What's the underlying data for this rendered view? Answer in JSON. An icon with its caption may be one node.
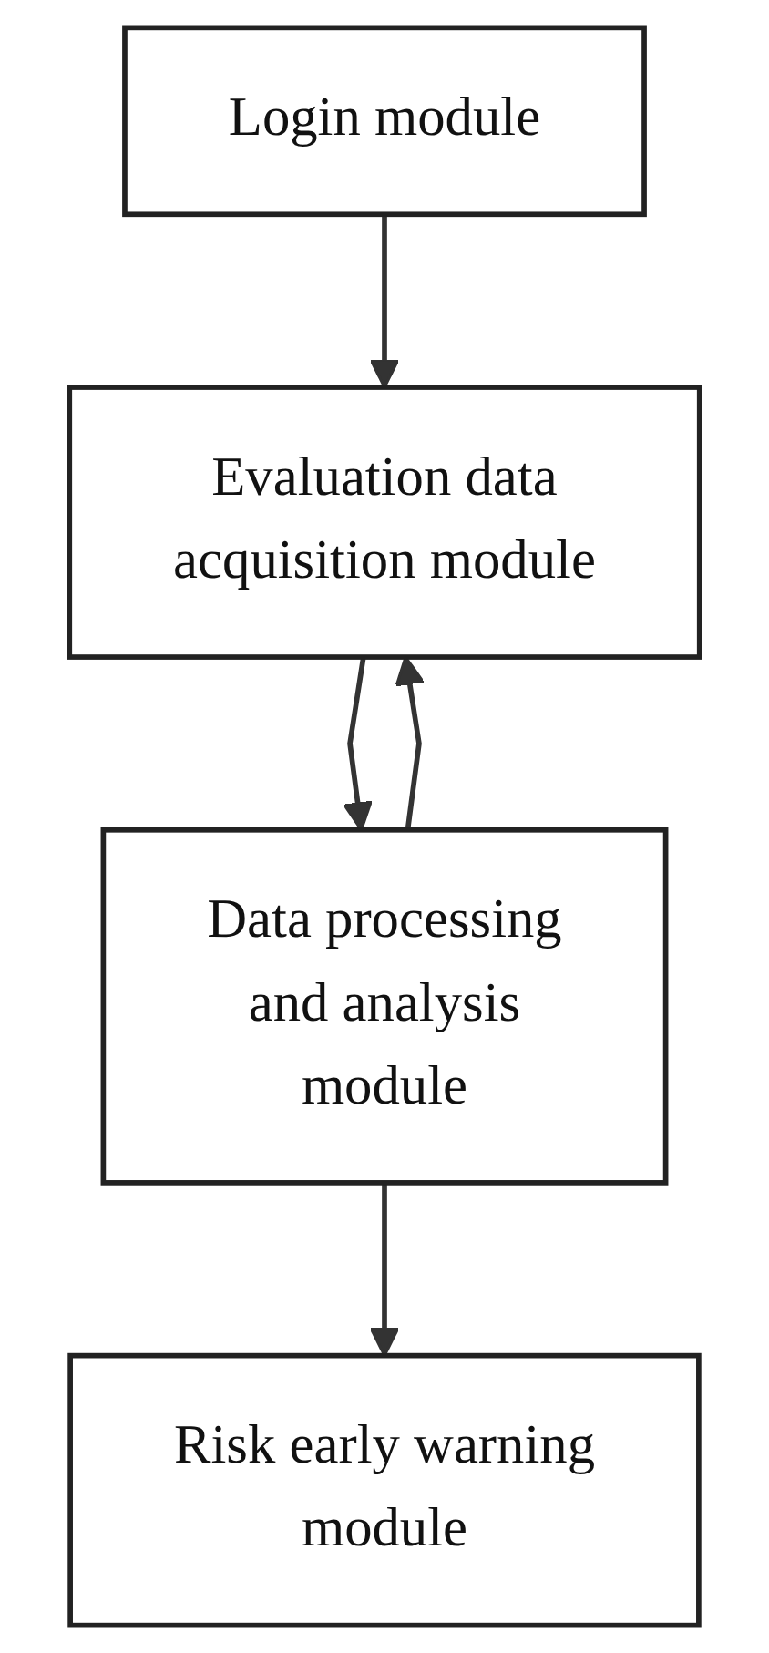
{
  "diagram": {
    "nodes": [
      {
        "text": [
          "Login module"
        ]
      },
      {
        "text": [
          "Evaluation data acquisition module"
        ]
      },
      {
        "text": [
          "Data processing and analysis module"
        ]
      },
      {
        "text": [
          "Risk early warning module"
        ]
      }
    ],
    "edges": [
      {
        "from": 0,
        "to": 1,
        "arrow": "to"
      },
      {
        "from": 1,
        "to": 2,
        "arrow": "to"
      },
      {
        "from": 2,
        "to": 3,
        "arrow": "to"
      },
      {
        "from": 2,
        "to": 1,
        "arrow": "to"
      }
    ]
  }
}
